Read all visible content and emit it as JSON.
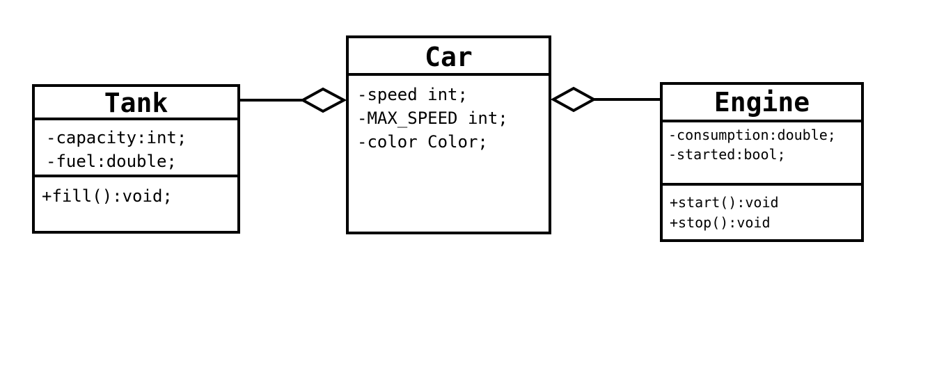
{
  "classes": {
    "tank": {
      "name": "Tank",
      "attributes": [
        "-capacity:int;",
        "-fuel:double;"
      ],
      "methods": [
        "+fill():void;"
      ]
    },
    "car": {
      "name": "Car",
      "attributes": [
        "-speed int;",
        "-MAX_SPEED int;",
        "-color Color;"
      ]
    },
    "engine": {
      "name": "Engine",
      "attributes": [
        "-consumption:double;",
        "-started:bool;"
      ],
      "methods": [
        "+start():void",
        "+stop():void"
      ]
    }
  },
  "relationships": [
    {
      "from": "tank",
      "to": "car",
      "type": "aggregation"
    },
    {
      "from": "engine",
      "to": "car",
      "type": "aggregation"
    }
  ],
  "colors": {
    "stroke": "#000000",
    "background": "#ffffff"
  }
}
